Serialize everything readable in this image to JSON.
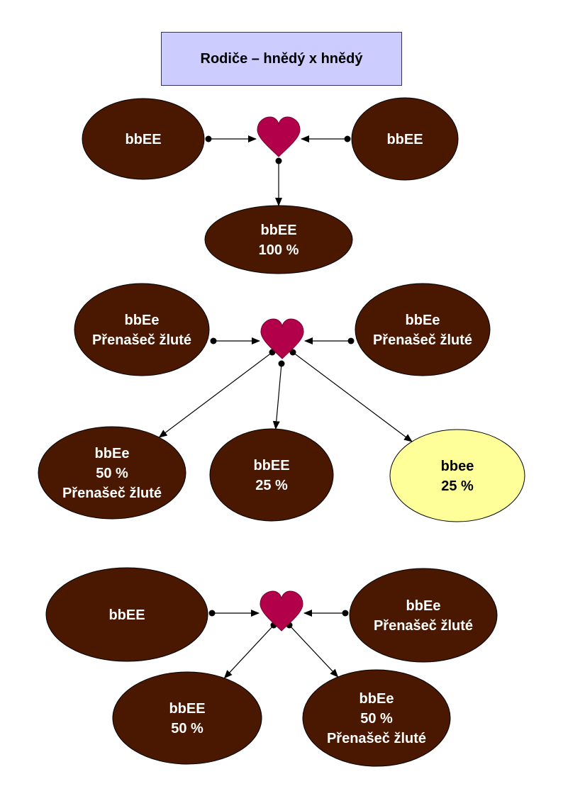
{
  "title": "Rodiče – hnědý x hnědý",
  "colors": {
    "brown_fill": "#4a1800",
    "yellow_fill": "#ffff99",
    "heart_fill": "#b3004b",
    "title_fill": "#ccccff",
    "line": "#000000",
    "text_on_brown": "#ffffff",
    "text_on_yellow": "#000000"
  },
  "crosses": [
    {
      "parents": [
        {
          "lines": [
            "bbEE"
          ],
          "color": "brown"
        },
        {
          "lines": [
            "bbEE"
          ],
          "color": "brown"
        }
      ],
      "offspring": [
        {
          "lines": [
            "bbEE",
            "100 %"
          ],
          "color": "brown"
        }
      ]
    },
    {
      "parents": [
        {
          "lines": [
            "bbEe",
            "Přenašeč žluté"
          ],
          "color": "brown"
        },
        {
          "lines": [
            "bbEe",
            "Přenašeč žluté"
          ],
          "color": "brown"
        }
      ],
      "offspring": [
        {
          "lines": [
            "bbEe",
            "50 %",
            "Přenašeč žluté"
          ],
          "color": "brown"
        },
        {
          "lines": [
            "bbEE",
            "25 %"
          ],
          "color": "brown"
        },
        {
          "lines": [
            "bbee",
            "25 %"
          ],
          "color": "yellow"
        }
      ]
    },
    {
      "parents": [
        {
          "lines": [
            "bbEE"
          ],
          "color": "brown"
        },
        {
          "lines": [
            "bbEe",
            "Přenašeč žluté"
          ],
          "color": "brown"
        }
      ],
      "offspring": [
        {
          "lines": [
            "bbEE",
            "50 %"
          ],
          "color": "brown"
        },
        {
          "lines": [
            "bbEe",
            "50 %",
            "Přenašeč žluté"
          ],
          "color": "brown"
        }
      ]
    }
  ]
}
